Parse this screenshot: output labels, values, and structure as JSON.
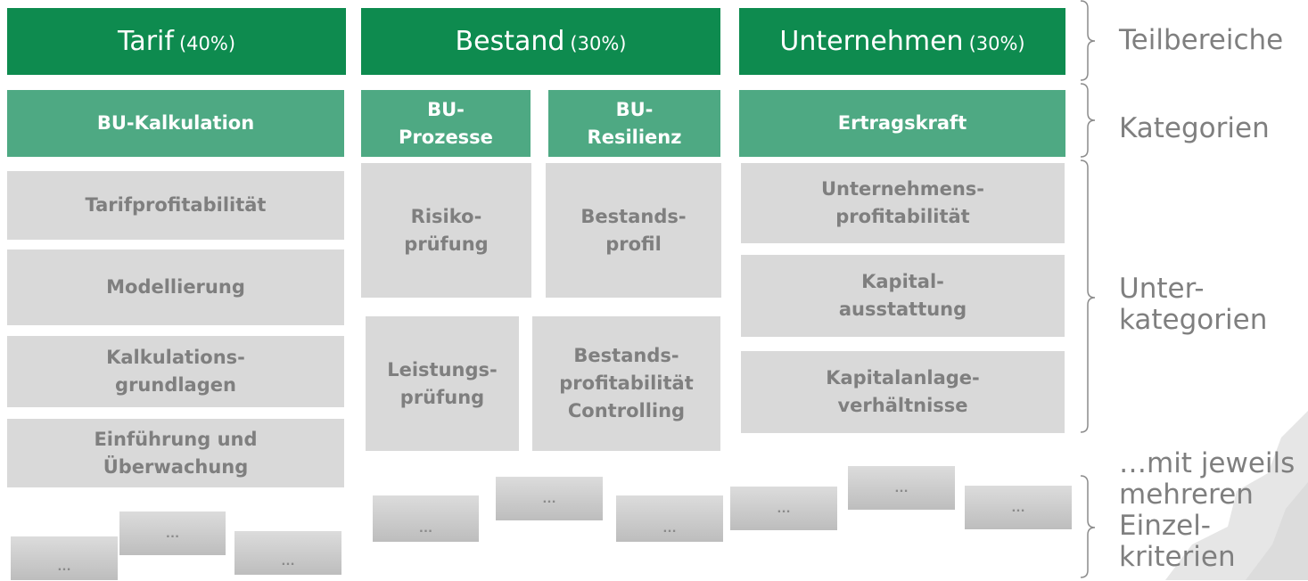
{
  "areas": [
    {
      "name": "Tarif",
      "pct": "(40%)"
    },
    {
      "name": "Bestand",
      "pct": "(30%)"
    },
    {
      "name": "Unternehmen",
      "pct": "(30%)"
    }
  ],
  "categories": {
    "bu_kalkulation": "BU-Kalkulation",
    "bu_prozesse": "BU-\nProzesse",
    "bu_resilienz": "BU-\nResilienz",
    "ertragskraft": "Ertragskraft"
  },
  "subcategories": {
    "tarif": [
      "Tarifprofitabilität",
      "Modellierung",
      "Kalkulations-\ngrundlagen",
      "Einführung und\nÜberwachung"
    ],
    "prozesse": [
      "Risiko-\nprüfung",
      "Leistungs-\nprüfung"
    ],
    "resilienz": [
      "Bestands-\nprofil",
      "Bestands-\nprofitabilität\nControlling"
    ],
    "unternehmen": [
      "Unternehmens-\nprofitabilität",
      "Kapital-\nausstattung",
      "Kapitalanlage-\nverhältnisse"
    ]
  },
  "more_label": "…",
  "labels": {
    "teilbereiche": "Teilbereiche",
    "kategorien": "Kategorien",
    "unterkategorien": "Unter-\nkategorien",
    "einzelkriterien": "…mit jeweils\nmehreren\nEinzel-\nkriterien"
  }
}
